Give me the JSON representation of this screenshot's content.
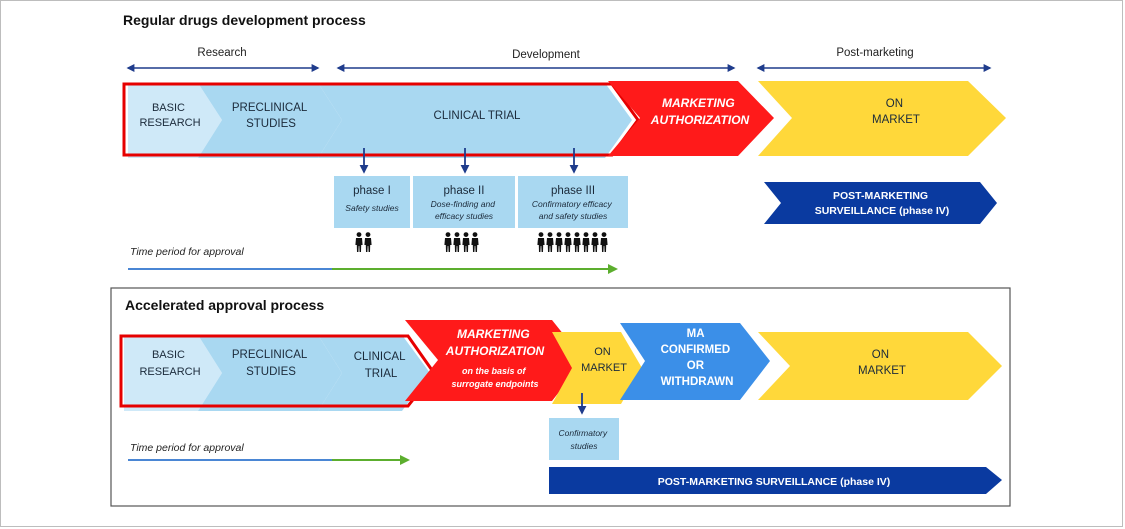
{
  "colors": {
    "light_blue": "#a9d8f1",
    "mid_blue": "#3b8fe8",
    "dark_blue": "#0a3aa0",
    "red": "#ff1a1a",
    "red_outline": "#e60000",
    "yellow": "#ffd83a",
    "axis_blue": "#1f3c8c",
    "time_blue": "#4a86d4",
    "time_green": "#5cae2e",
    "people": "#111111"
  },
  "regular": {
    "title": "Regular drugs development process",
    "stages": {
      "research": "Research",
      "development": "Development",
      "post_marketing": "Post-marketing"
    },
    "arrows": {
      "basic_research": [
        "BASIC",
        "RESEARCH"
      ],
      "preclinical": [
        "PRECLINICAL",
        "STUDIES"
      ],
      "clinical_trial": [
        "CLINICAL TRIAL"
      ],
      "marketing_authorization": [
        "MARKETING",
        "AUTHORIZATION"
      ],
      "on_market": [
        "ON",
        "MARKET"
      ]
    },
    "phases": [
      {
        "title": "phase I",
        "desc": [
          "Safety studies"
        ],
        "people": 2
      },
      {
        "title": "phase II",
        "desc": [
          "Dose-finding and",
          "efficacy studies"
        ],
        "people": 4
      },
      {
        "title": "phase III",
        "desc": [
          "Confirmatory efficacy",
          "and safety studies"
        ],
        "people": 8
      }
    ],
    "surveillance": [
      "POST-MARKETING",
      "SURVEILLANCE (phase IV)"
    ],
    "time_label": "Time period for approval"
  },
  "accelerated": {
    "title": "Accelerated approval process",
    "arrows": {
      "basic_research": [
        "BASIC",
        "RESEARCH"
      ],
      "preclinical": [
        "PRECLINICAL",
        "STUDIES"
      ],
      "clinical_trial": [
        "CLINICAL",
        "TRIAL"
      ],
      "marketing_authorization": [
        "MARKETING",
        "AUTHORIZATION"
      ],
      "ma_basis": [
        "on  the basis of",
        "surrogate endpoints"
      ],
      "on_market_early": [
        "ON",
        "MARKET"
      ],
      "ma_confirmed": [
        "MA",
        "CONFIRMED",
        "OR",
        "WITHDRAWN"
      ],
      "on_market_final": [
        "ON",
        "MARKET"
      ]
    },
    "confirmatory": [
      "Confirmatory",
      "studies"
    ],
    "surveillance": "POST-MARKETING SURVEILLANCE (phase IV)",
    "time_label": "Time period for approval"
  }
}
